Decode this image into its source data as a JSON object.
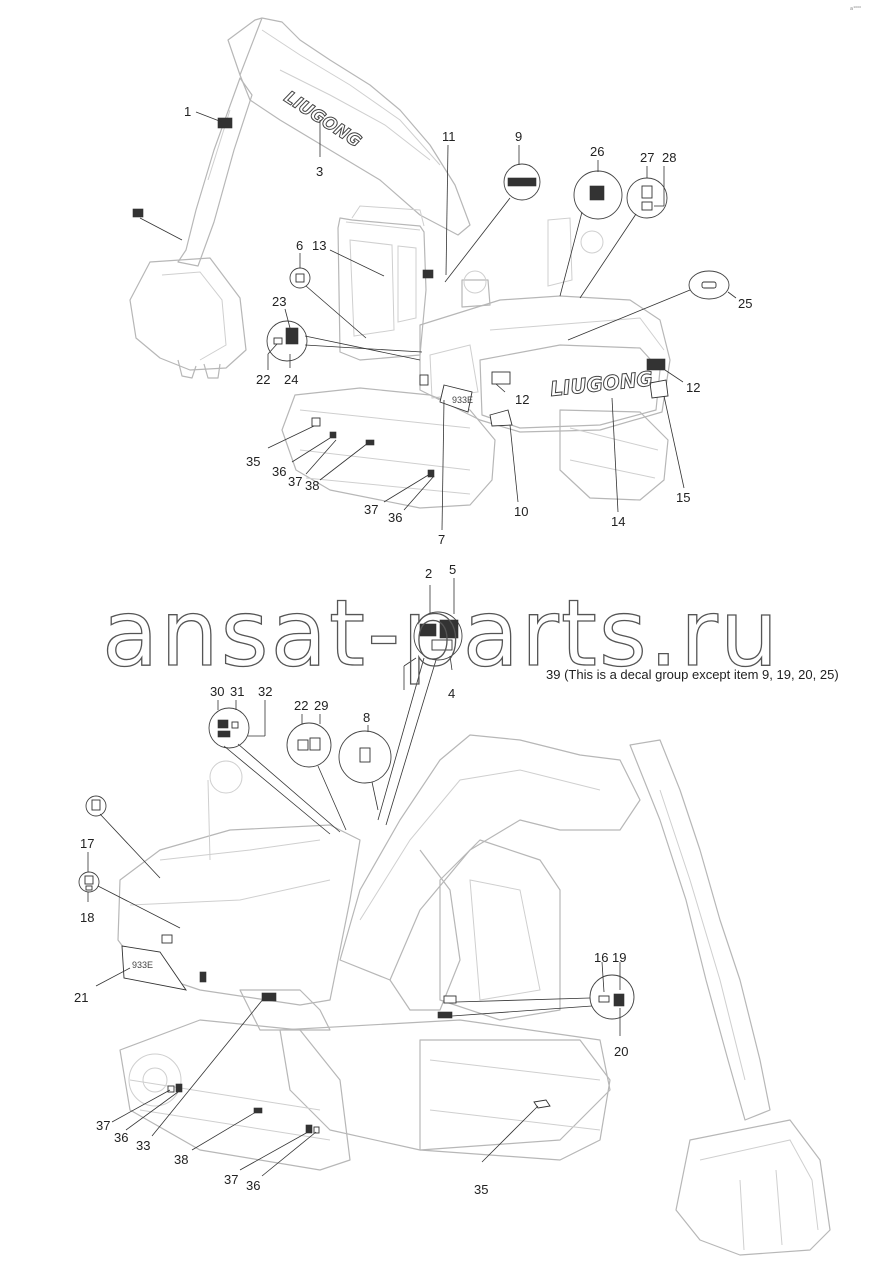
{
  "diagram": {
    "corner_mark": "a¹⁰⁰⁰",
    "watermark": "ansat-parts.ru",
    "brand_text": "LIUGONG",
    "model_text": "933E",
    "note": "39 (This is a decal group except item 9, 19, 20, 25)",
    "top_view_labels": [
      {
        "id": "t1",
        "text": "1"
      },
      {
        "id": "t3",
        "text": "3"
      },
      {
        "id": "t11",
        "text": "11"
      },
      {
        "id": "t9",
        "text": "9"
      },
      {
        "id": "t26",
        "text": "26"
      },
      {
        "id": "t27",
        "text": "27"
      },
      {
        "id": "t28",
        "text": "28"
      },
      {
        "id": "t6",
        "text": "6"
      },
      {
        "id": "t13",
        "text": "13"
      },
      {
        "id": "t23",
        "text": "23"
      },
      {
        "id": "t25",
        "text": "25"
      },
      {
        "id": "t22",
        "text": "22"
      },
      {
        "id": "t24",
        "text": "24"
      },
      {
        "id": "t12a",
        "text": "12"
      },
      {
        "id": "t12b",
        "text": "12"
      },
      {
        "id": "t35",
        "text": "35"
      },
      {
        "id": "t36a",
        "text": "36"
      },
      {
        "id": "t37a",
        "text": "37"
      },
      {
        "id": "t38",
        "text": "38"
      },
      {
        "id": "t10",
        "text": "10"
      },
      {
        "id": "t14",
        "text": "14"
      },
      {
        "id": "t15",
        "text": "15"
      },
      {
        "id": "t37b",
        "text": "37"
      },
      {
        "id": "t36b",
        "text": "36"
      },
      {
        "id": "t7",
        "text": "7"
      }
    ],
    "bottom_view_labels": [
      {
        "id": "b2",
        "text": "2"
      },
      {
        "id": "b5",
        "text": "5"
      },
      {
        "id": "b4",
        "text": "4"
      },
      {
        "id": "b30",
        "text": "30"
      },
      {
        "id": "b31",
        "text": "31"
      },
      {
        "id": "b32",
        "text": "32"
      },
      {
        "id": "b22",
        "text": "22"
      },
      {
        "id": "b29",
        "text": "29"
      },
      {
        "id": "b8",
        "text": "8"
      },
      {
        "id": "b17",
        "text": "17"
      },
      {
        "id": "b18",
        "text": "18"
      },
      {
        "id": "b21",
        "text": "21"
      },
      {
        "id": "b16",
        "text": "16"
      },
      {
        "id": "b19",
        "text": "19"
      },
      {
        "id": "b20",
        "text": "20"
      },
      {
        "id": "b37a",
        "text": "37"
      },
      {
        "id": "b36a",
        "text": "36"
      },
      {
        "id": "b33",
        "text": "33"
      },
      {
        "id": "b38",
        "text": "38"
      },
      {
        "id": "b37b",
        "text": "37"
      },
      {
        "id": "b36b",
        "text": "36"
      },
      {
        "id": "b35",
        "text": "35"
      }
    ]
  }
}
